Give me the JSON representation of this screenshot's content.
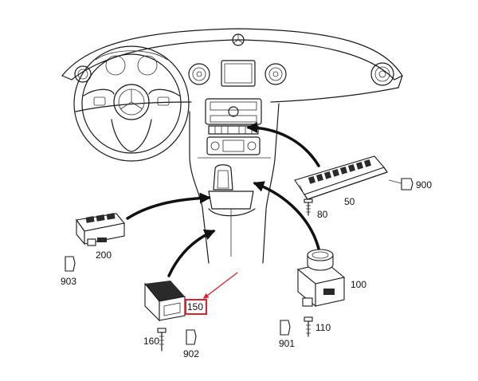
{
  "callouts": [
    {
      "id": "900",
      "text": "900"
    },
    {
      "id": "50",
      "text": "50"
    },
    {
      "id": "80",
      "text": "80"
    },
    {
      "id": "200",
      "text": "200"
    },
    {
      "id": "903",
      "text": "903"
    },
    {
      "id": "100",
      "text": "100"
    },
    {
      "id": "150",
      "text": "150"
    },
    {
      "id": "160",
      "text": "160"
    },
    {
      "id": "902",
      "text": "902"
    },
    {
      "id": "901",
      "text": "901"
    },
    {
      "id": "110",
      "text": "110"
    }
  ],
  "highlight": {
    "target": "150",
    "color": "#d9232e"
  }
}
